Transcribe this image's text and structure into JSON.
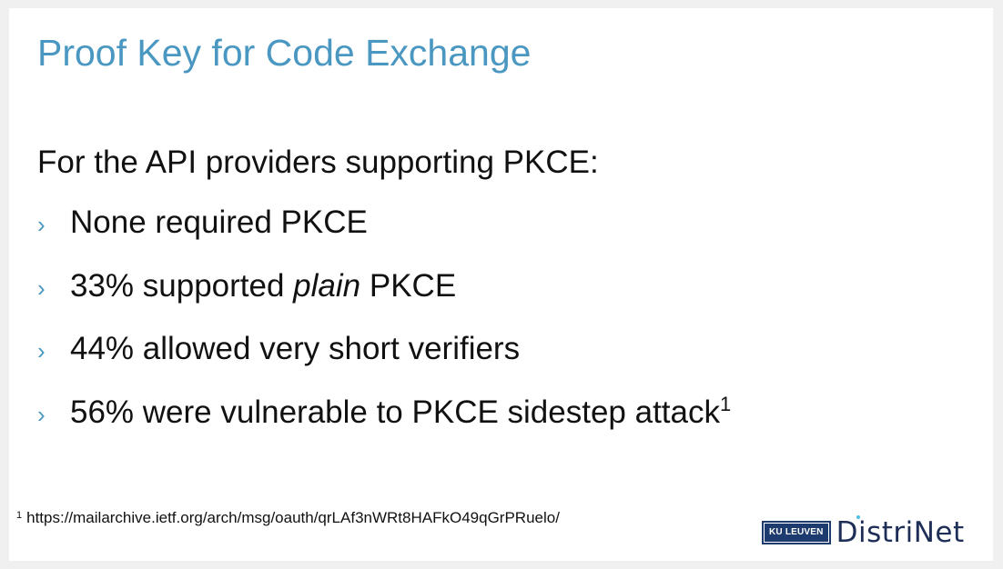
{
  "slide": {
    "title": "Proof Key for Code Exchange",
    "intro": "For the API providers supporting PKCE:",
    "bullet_marker": "›",
    "bullets": [
      {
        "text": "None required PKCE"
      },
      {
        "pre": "33% supported ",
        "em": "plain",
        "post": " PKCE"
      },
      {
        "text": "44% allowed very short verifiers"
      },
      {
        "text": "56% were vulnerable to PKCE sidestep attack",
        "sup": "1"
      }
    ],
    "footnote": {
      "marker": "1",
      "text": "https://mailarchive.ietf.org/arch/msg/oauth/qrLAf3nWRt8HAFkO49qGrPRuelo/"
    },
    "logos": {
      "kuleuven": "KU LEUVEN",
      "distrinet": "DistriNet"
    }
  },
  "colors": {
    "title": "#4a98c2",
    "text": "#111111",
    "kul_blue": "#1d3b6e"
  }
}
